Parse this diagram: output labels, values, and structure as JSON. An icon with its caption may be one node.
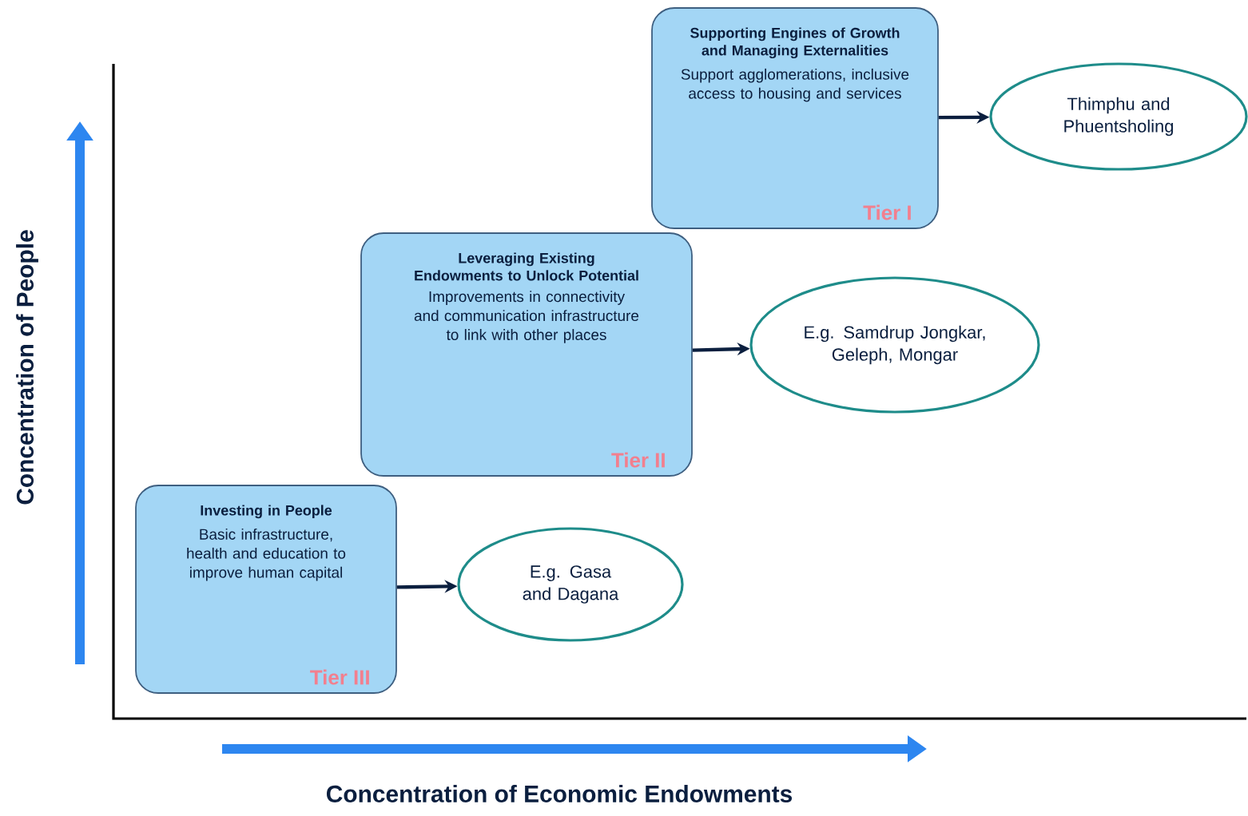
{
  "diagram": {
    "nodes": [
      {
        "text": [
          "Supporting Engines of Growth and Managing Externalities",
          "Support agglomerations, inclusive access to housing and services",
          "Tier I"
        ]
      },
      {
        "text": [
          "Thimphu and Phuentsholing"
        ]
      },
      {
        "text": [
          "Leveraging Existing Endowments to Unlock Potential",
          "Improvements in connectivity and communication infrastructure to link with other places",
          "Tier II"
        ]
      },
      {
        "text": [
          "E.g. Samdrup Jongkar, Geleph, Mongar"
        ]
      },
      {
        "text": [
          "Investing in People",
          "Basic infrastructure, health and education to improve human capital",
          "Tier III"
        ]
      },
      {
        "text": [
          "E.g. Gasa and Dagana"
        ]
      }
    ],
    "edges": [
      {
        "from": 0,
        "to": 1,
        "arrow": "to"
      },
      {
        "from": 2,
        "to": 3,
        "arrow": "to"
      },
      {
        "from": 4,
        "to": 5,
        "arrow": "to"
      }
    ],
    "labels": [
      "Concentration of People",
      "Concentration of Economic Endowments"
    ]
  }
}
